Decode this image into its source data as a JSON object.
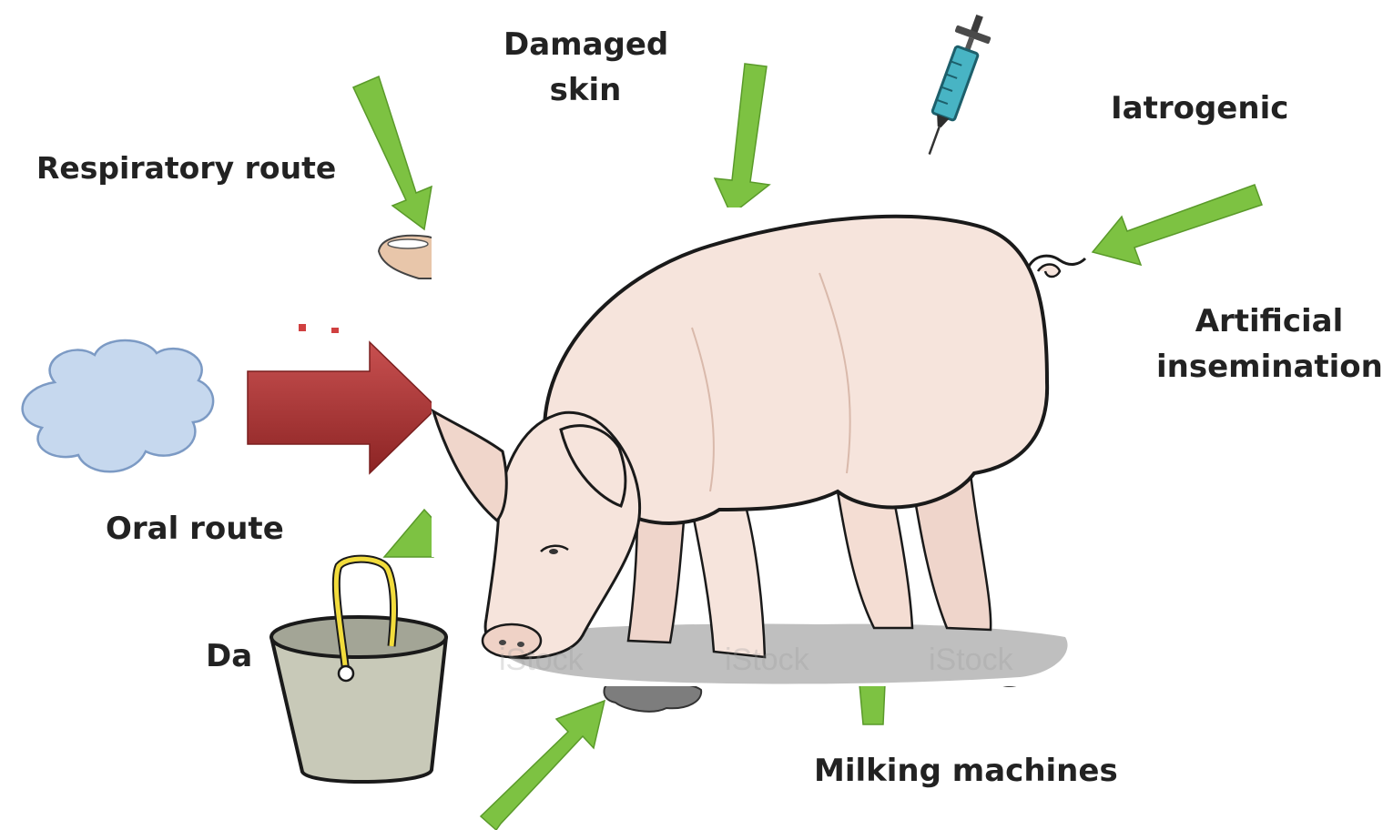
{
  "diagram": {
    "labels": {
      "damaged_skin_line1": "Damaged",
      "damaged_skin_line2": "skin",
      "iatrogenic": "Iatrogenic",
      "respiratory_route": "Respiratory route",
      "artificial_line1": "Artificial",
      "artificial_line2": "insemination",
      "oral_route": "Oral route",
      "partial_label": "Da",
      "milking_machines": "Milking machines"
    },
    "watermark_text": "iStock",
    "colors": {
      "arrow_green": "#7dc242",
      "arrow_green_dark": "#5a9a2a",
      "arrow_red": "#a83232",
      "arrow_red_light": "#c85050",
      "pig_body": "#f6e4dc",
      "pig_outline": "#1a1a1a",
      "cloud_fill": "#c6d8ee",
      "cloud_stroke": "#7c9ac4",
      "bucket_fill": "#c8c9b8",
      "bucket_handle": "#f2dc3c",
      "syringe_body": "#48b4c4",
      "shadow": "#b8b8b8"
    },
    "icons": [
      "cloud-icon",
      "syringe-icon",
      "bucket-icon",
      "pig-illustration",
      "nose-icon",
      "boot-icon"
    ]
  }
}
